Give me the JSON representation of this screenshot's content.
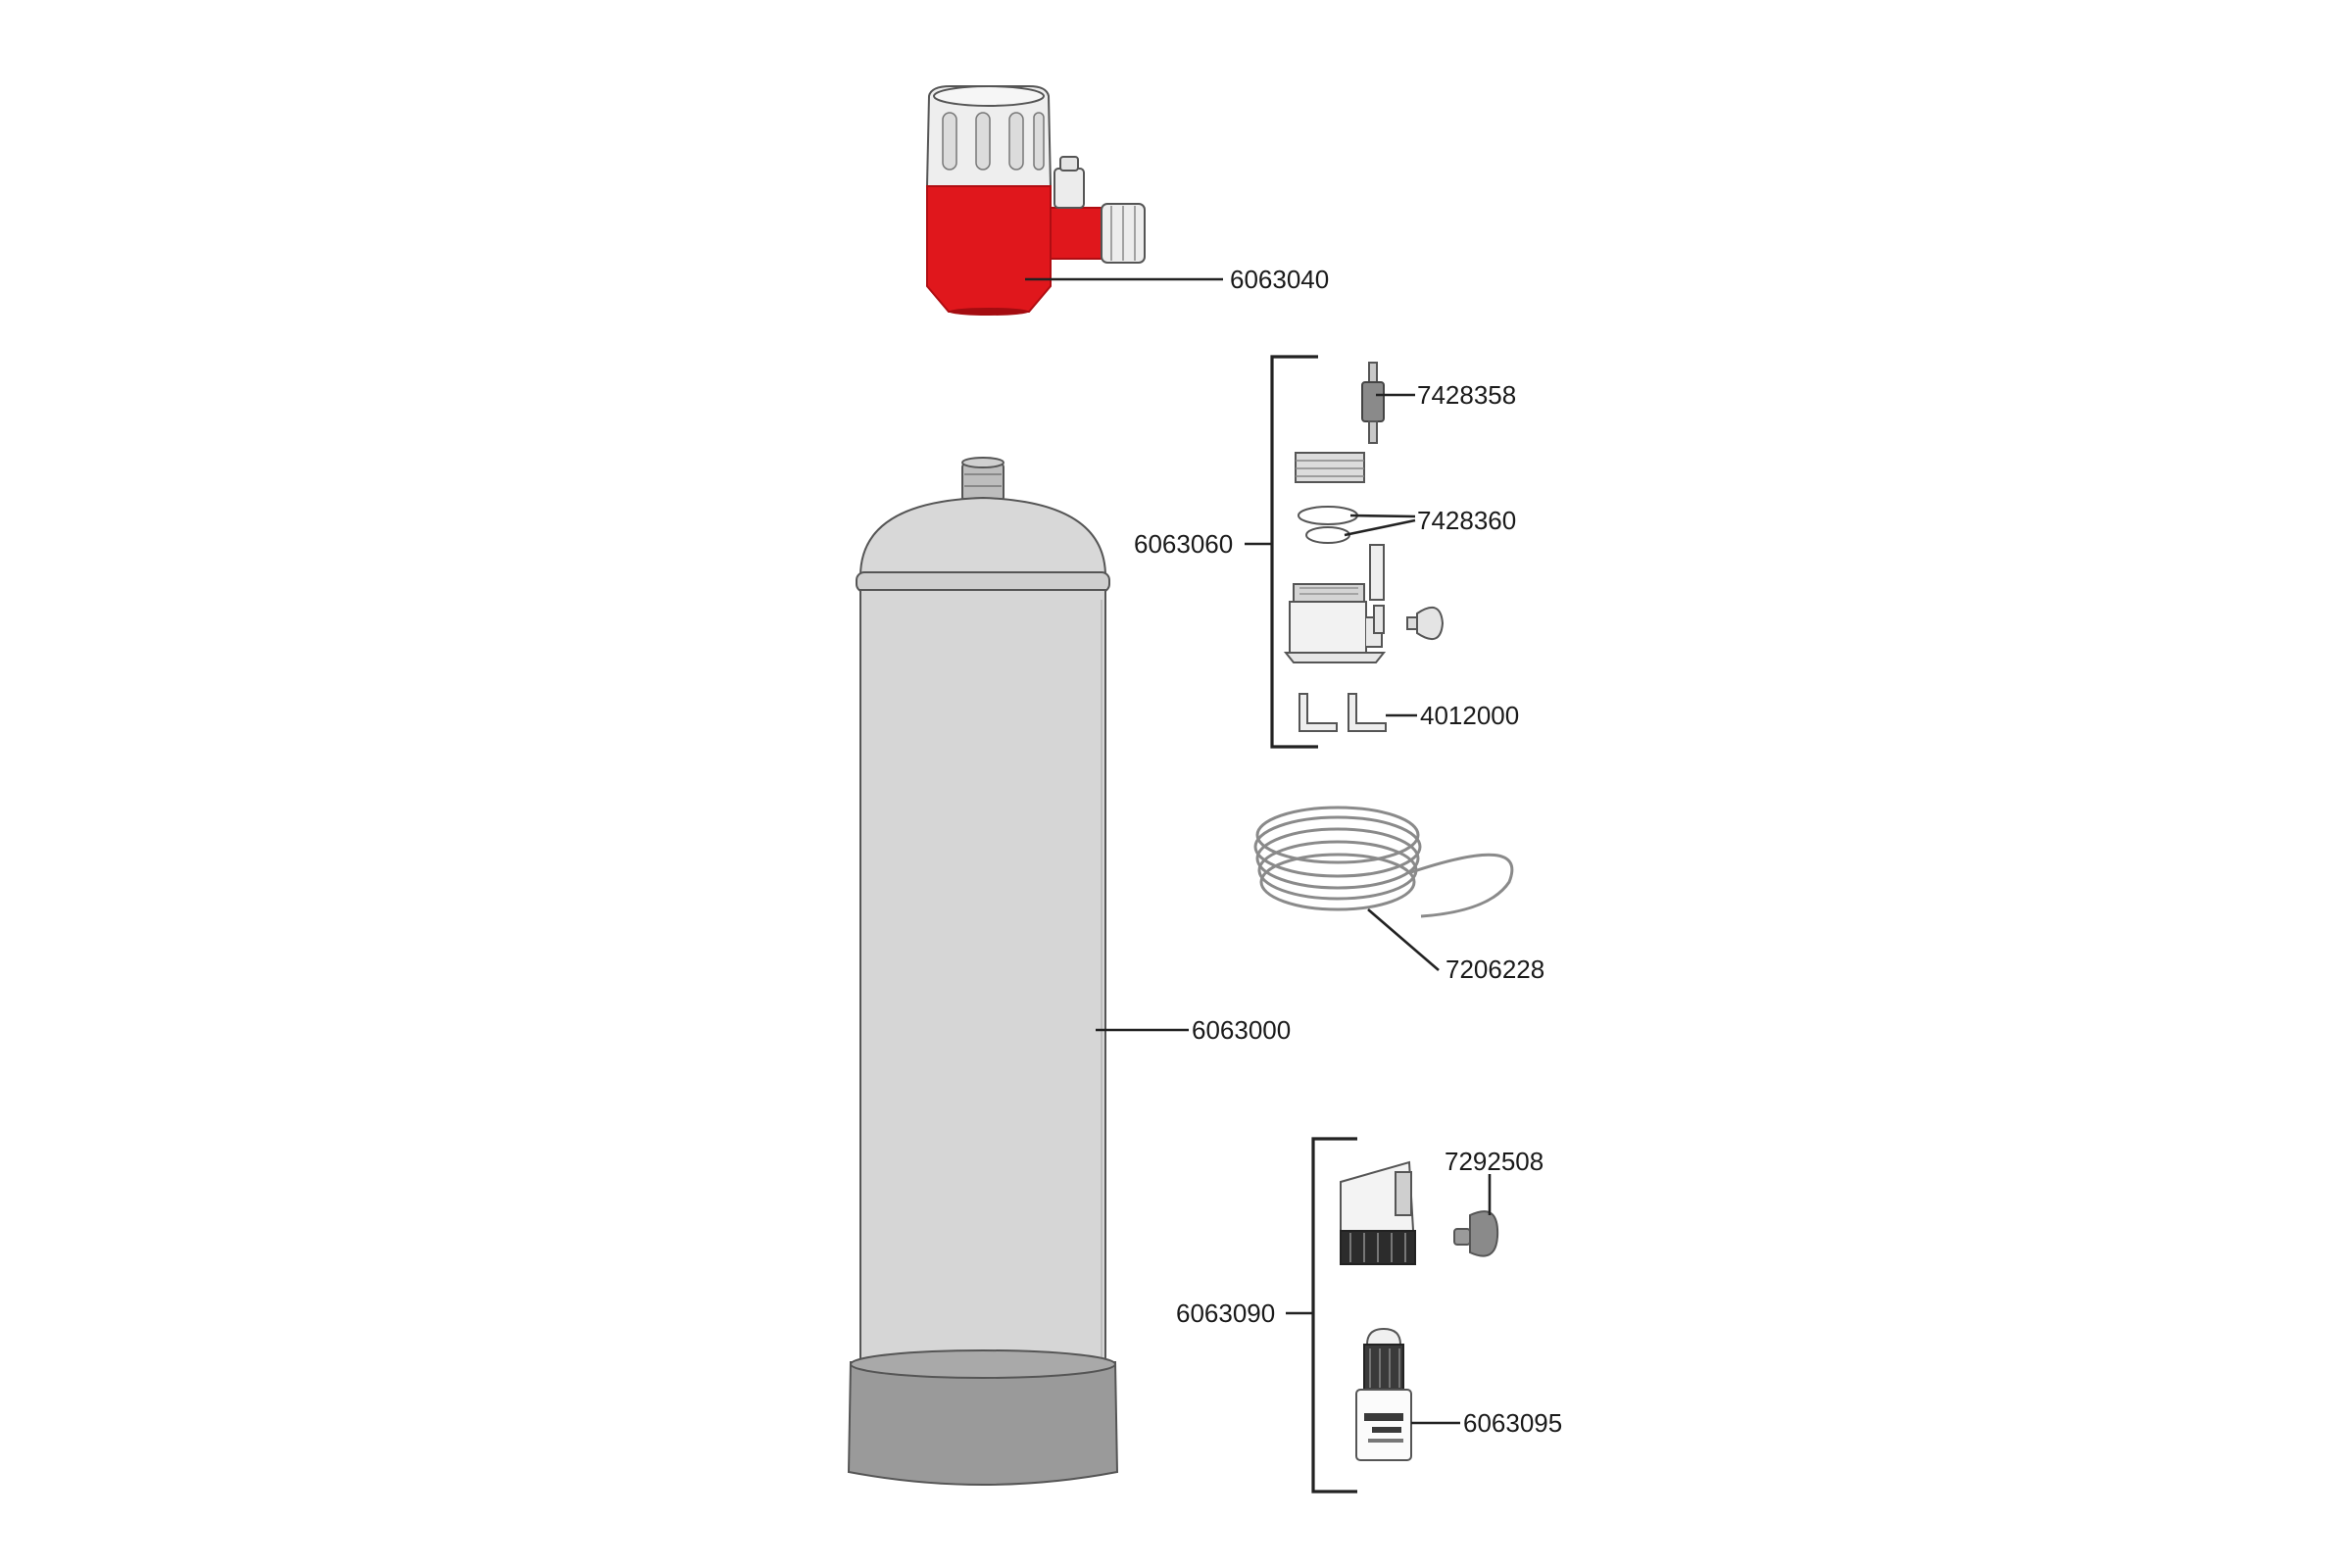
{
  "colors": {
    "regulator_body": "#e0171c",
    "cylinder_body": "#d6d6d6",
    "cylinder_base": "#9a9a9a",
    "outline": "#555555",
    "label_text": "#1a1a1a"
  },
  "parts": {
    "regulator": {
      "number": "6063040",
      "icon": "pressure-regulator-icon"
    },
    "diffuser_set": {
      "number": "6063060",
      "icon": "bracket"
    },
    "check_valve": {
      "number": "7428358",
      "icon": "check-valve-icon"
    },
    "seals": {
      "number": "7428360",
      "icon": "seal-rings-icon"
    },
    "elbow_connectors": {
      "number": "4012000",
      "icon": "elbow-connector-icon"
    },
    "co2_hose": {
      "number": "7206228",
      "icon": "hose-coil-icon"
    },
    "cylinder": {
      "number": "6063000",
      "icon": "gas-cylinder-icon"
    },
    "test_set": {
      "number": "6063090",
      "icon": "bracket"
    },
    "suction_cup": {
      "number": "7292508",
      "icon": "suction-cup-icon"
    },
    "test_reagent": {
      "number": "6063095",
      "icon": "reagent-bottle-icon"
    }
  }
}
